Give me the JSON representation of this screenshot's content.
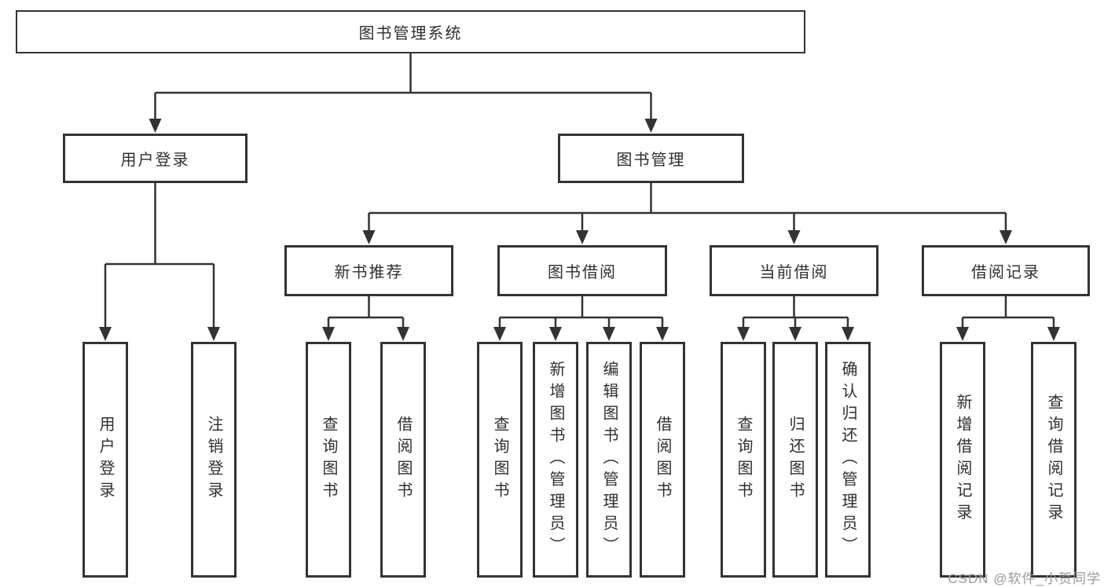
{
  "colors": {
    "line": "#333333",
    "text": "#2f2f2f",
    "watermark": "#9a9a9a",
    "background": "#ffffff"
  },
  "tree": {
    "root": {
      "label": "图书管理系统"
    },
    "branches": [
      {
        "label": "用户登录",
        "leaves": [
          "用户登录",
          "注销登录"
        ]
      },
      {
        "label": "图书管理",
        "children": [
          {
            "label": "新书推荐",
            "leaves": [
              "查询图书",
              "借阅图书"
            ]
          },
          {
            "label": "图书借阅",
            "leaves": [
              "查询图书",
              "新增图书（管理员）",
              "编辑图书（管理员）",
              "借阅图书"
            ]
          },
          {
            "label": "当前借阅",
            "leaves": [
              "查询图书",
              "归还图书",
              "确认归还（管理员）"
            ]
          },
          {
            "label": "借阅记录",
            "leaves": [
              "新增借阅记录",
              "查询借阅记录"
            ]
          }
        ]
      }
    ]
  },
  "watermark": {
    "text": "CSDN @软件_小贺同学"
  }
}
